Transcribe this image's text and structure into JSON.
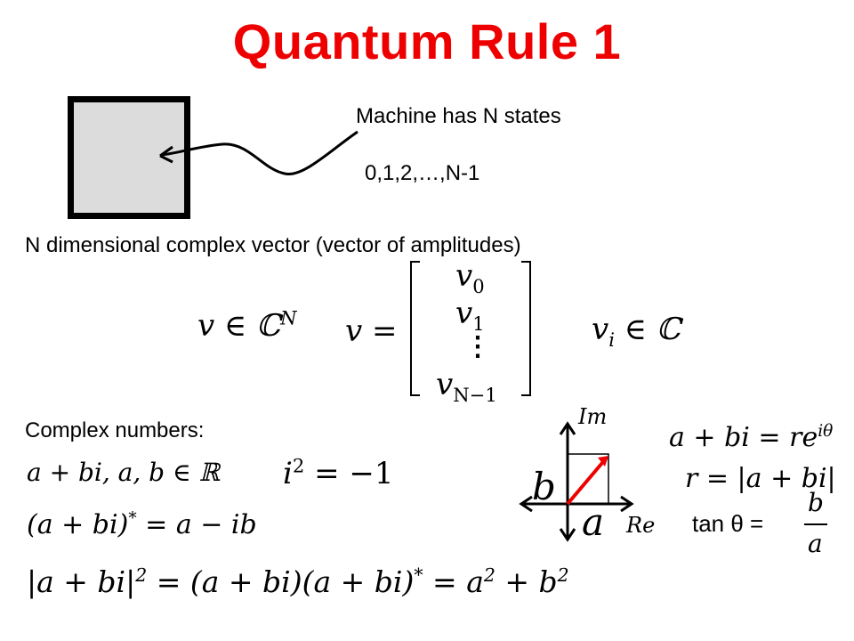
{
  "slide": {
    "title": "Quantum Rule 1",
    "machine_label": "Machine has N states",
    "states_label": "0,1,2,…,N-1",
    "vector_heading": "N dimensional complex vector (vector of amplitudes)",
    "complex_heading": "Complex numbers:"
  },
  "eq": {
    "v_in": "v ∈ ℂ",
    "v_in_sup": "N",
    "v_eq": "v =",
    "v0": "v",
    "v0_sub": "0",
    "v1": "v",
    "v1_sub": "1",
    "vdots": "⋮",
    "vn": "v",
    "vn_sub": "N−1",
    "vi": "v",
    "vi_sub": "i",
    "vi_in": " ∈ ℂ",
    "abi": "a + bi, a, b ∈ ℝ",
    "i2_base": "i",
    "i2_sup": "2",
    "i2_rest": " = −1",
    "conj_left": "(a + bi)",
    "conj_sup": "*",
    "conj_right": " = a − ib",
    "mod_left": "|a + bi|",
    "mod_sup": "2",
    "mod_mid": " = (a + bi)(a + bi)",
    "mod_mid_sup": "*",
    "mod_eq": " = a",
    "mod_a_sup": "2",
    "mod_plus": " + b",
    "mod_b_sup": "2",
    "polar_left": "a + bi = re",
    "polar_sup": "iθ",
    "r_eq": "r = |a + bi|",
    "tan_left": "tan θ =",
    "tan_num": "b",
    "tan_den": "a"
  },
  "plot": {
    "im_label": "Im",
    "re_label": "Re",
    "b_label": "b",
    "a_label": "a",
    "vector_color": "#ee0000"
  }
}
